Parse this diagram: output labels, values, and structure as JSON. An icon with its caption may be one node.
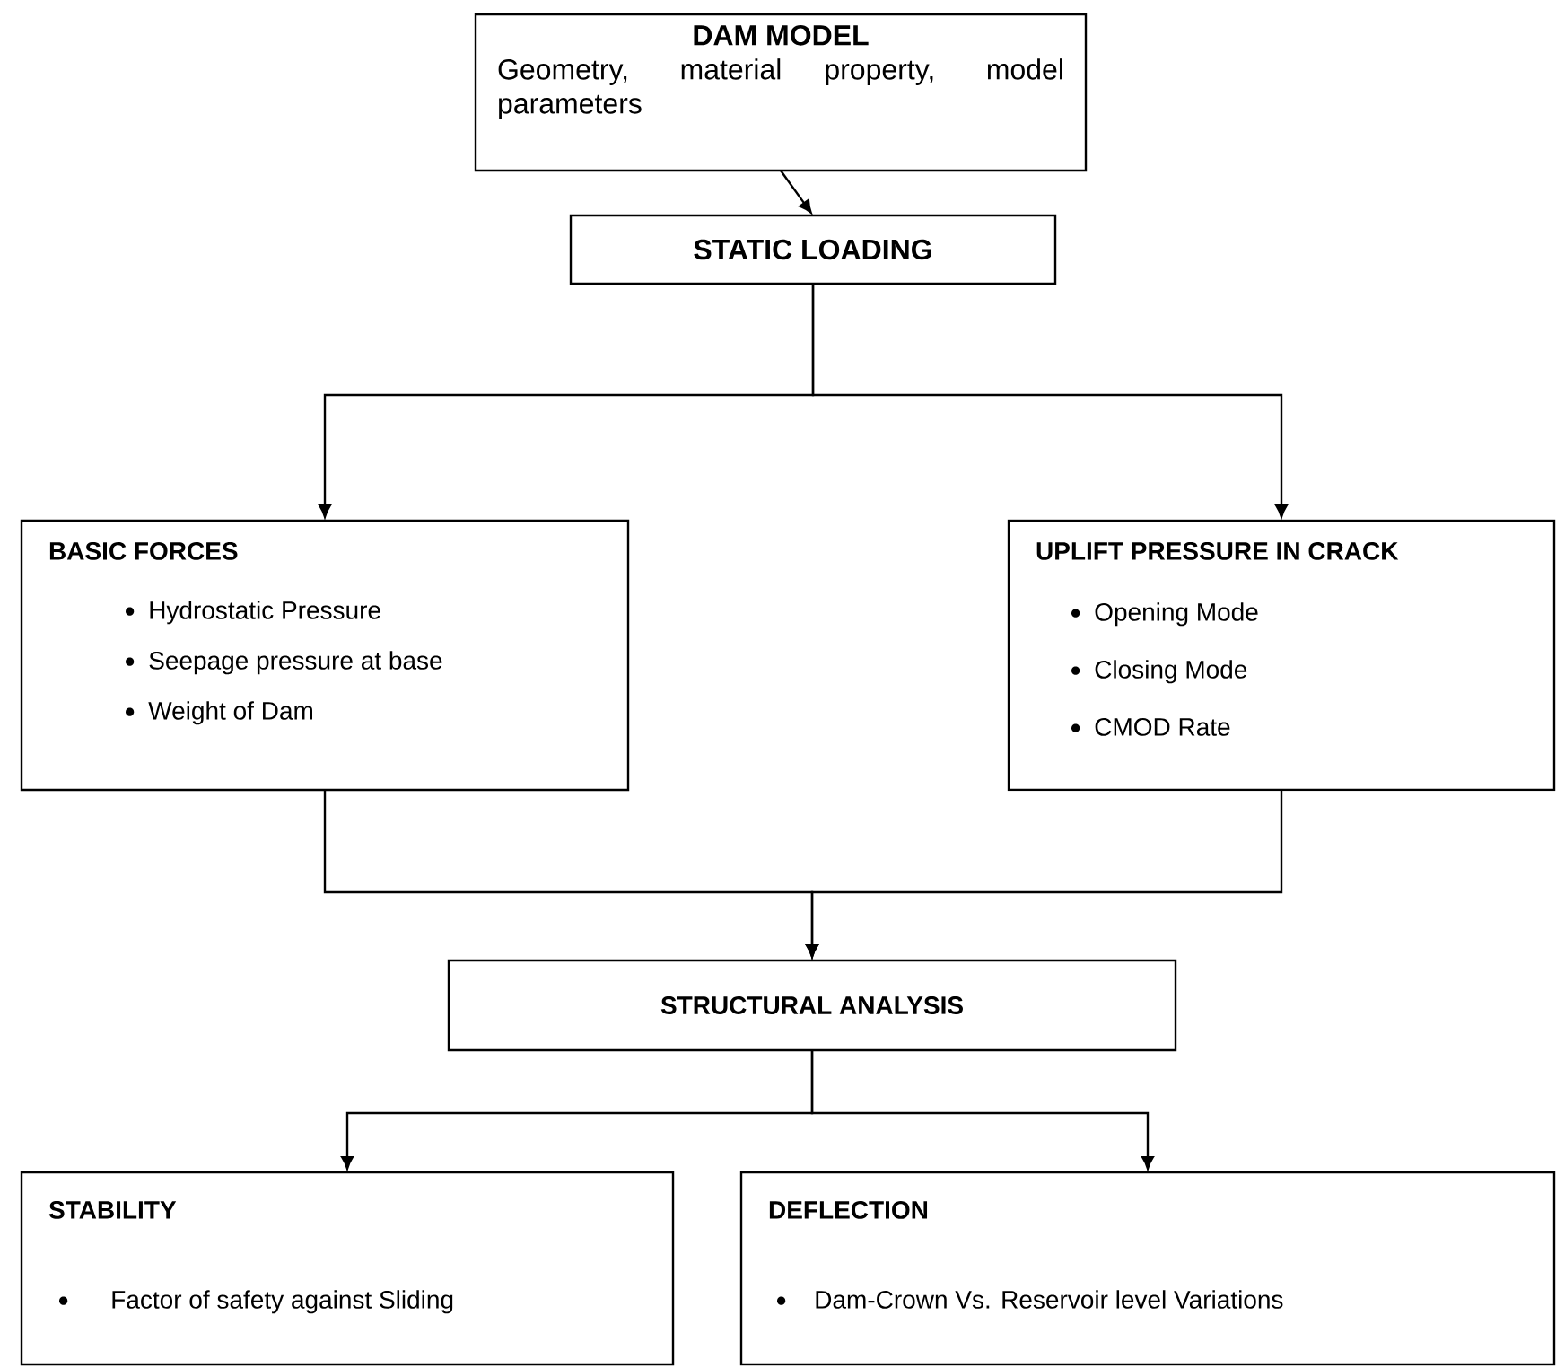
{
  "diagram": {
    "nodes": [
      {
        "text": [
          "DAM MODEL",
          "Geometry, material property, model parameters"
        ]
      },
      {
        "text": [
          "STATIC LOADING"
        ]
      },
      {
        "text": [
          "BASIC FORCES",
          "Hydrostatic Pressure",
          "Seepage pressure at base",
          "Weight of Dam"
        ]
      },
      {
        "text": [
          "UPLIFT PRESSURE IN CRACK",
          "Opening Mode",
          "Closing Mode",
          "CMOD Rate"
        ]
      },
      {
        "text": [
          "STRUCTURAL ANALYSIS"
        ]
      },
      {
        "text": [
          "STABILITY",
          "Factor of safety against Sliding"
        ]
      },
      {
        "text": [
          "DEFLECTION",
          "Dam-Crown Vs. Reservoir level Variations"
        ]
      }
    ],
    "edges": [
      {
        "from": 0,
        "to": 1,
        "arrow": "to"
      },
      {
        "from": 1,
        "to": 2,
        "arrow": "to"
      },
      {
        "from": 1,
        "to": 3,
        "arrow": "to"
      },
      {
        "from": 2,
        "to": 4,
        "arrow": "to"
      },
      {
        "from": 3,
        "to": 4,
        "arrow": "to"
      },
      {
        "from": 4,
        "to": 5,
        "arrow": "to"
      },
      {
        "from": 4,
        "to": 6,
        "arrow": "to"
      }
    ]
  }
}
